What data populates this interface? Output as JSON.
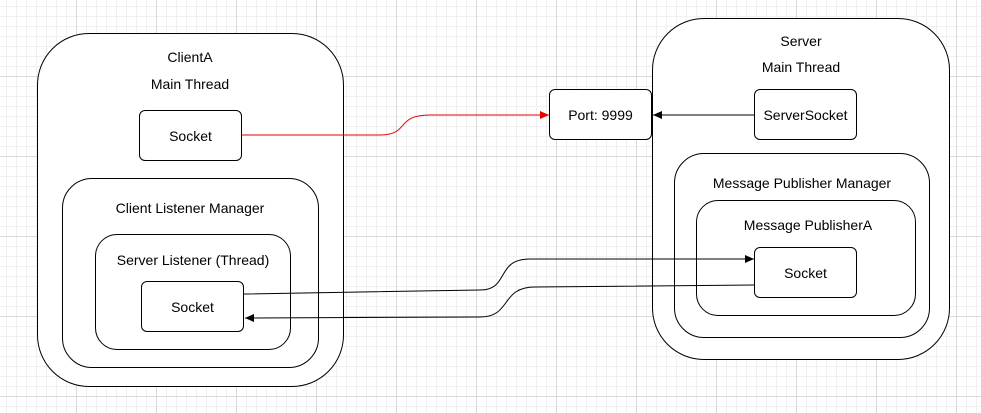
{
  "client": {
    "container_title": "ClientA",
    "main_thread": "Main Thread",
    "socket": "Socket",
    "listener_manager": {
      "title": "Client Listener Manager",
      "server_listener": {
        "title": "Server Listener (Thread)",
        "socket": "Socket"
      }
    }
  },
  "port": {
    "label": "Port: 9999"
  },
  "server": {
    "container_title": "Server",
    "main_thread": "Main Thread",
    "server_socket": "ServerSocket",
    "publisher_manager": {
      "title": "Message Publisher Manager",
      "publisher": {
        "title": "Message PublisherA",
        "socket": "Socket"
      }
    }
  },
  "colors": {
    "connect_edge": "#e60000",
    "edge": "#000000"
  }
}
